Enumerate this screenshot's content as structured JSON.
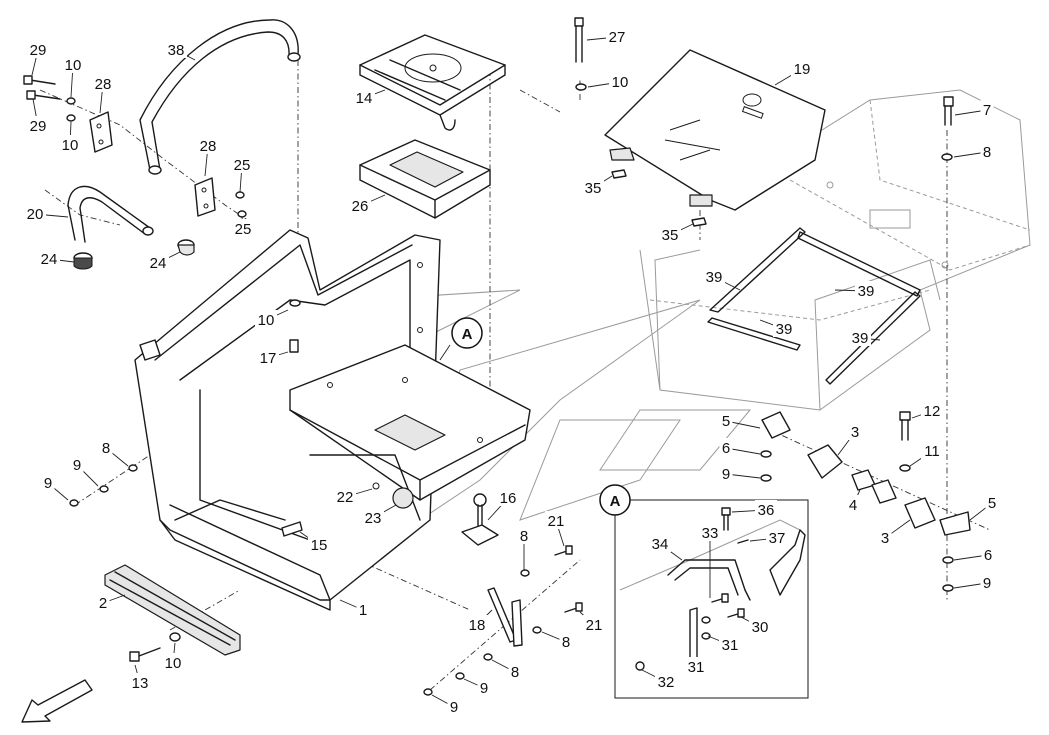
{
  "callouts": {
    "main": "A",
    "detail": "A"
  },
  "parts": [
    {
      "label": "1"
    },
    {
      "label": "2"
    },
    {
      "label": "3"
    },
    {
      "label": "3"
    },
    {
      "label": "4"
    },
    {
      "label": "5"
    },
    {
      "label": "5"
    },
    {
      "label": "6"
    },
    {
      "label": "6"
    },
    {
      "label": "7"
    },
    {
      "label": "8"
    },
    {
      "label": "8"
    },
    {
      "label": "8"
    },
    {
      "label": "8"
    },
    {
      "label": "8"
    },
    {
      "label": "9"
    },
    {
      "label": "9"
    },
    {
      "label": "9"
    },
    {
      "label": "9"
    },
    {
      "label": "9"
    },
    {
      "label": "9"
    },
    {
      "label": "10"
    },
    {
      "label": "10"
    },
    {
      "label": "10"
    },
    {
      "label": "10"
    },
    {
      "label": "10"
    },
    {
      "label": "11"
    },
    {
      "label": "12"
    },
    {
      "label": "13"
    },
    {
      "label": "14"
    },
    {
      "label": "15"
    },
    {
      "label": "16"
    },
    {
      "label": "17"
    },
    {
      "label": "18"
    },
    {
      "label": "19"
    },
    {
      "label": "20"
    },
    {
      "label": "21"
    },
    {
      "label": "21"
    },
    {
      "label": "22"
    },
    {
      "label": "23"
    },
    {
      "label": "24"
    },
    {
      "label": "24"
    },
    {
      "label": "25"
    },
    {
      "label": "25"
    },
    {
      "label": "26"
    },
    {
      "label": "27"
    },
    {
      "label": "28"
    },
    {
      "label": "28"
    },
    {
      "label": "29"
    },
    {
      "label": "29"
    },
    {
      "label": "30"
    },
    {
      "label": "31"
    },
    {
      "label": "31"
    },
    {
      "label": "32"
    },
    {
      "label": "33"
    },
    {
      "label": "34"
    },
    {
      "label": "35"
    },
    {
      "label": "35"
    },
    {
      "label": "36"
    },
    {
      "label": "37"
    },
    {
      "label": "38"
    },
    {
      "label": "39"
    },
    {
      "label": "39"
    },
    {
      "label": "39"
    },
    {
      "label": "39"
    }
  ]
}
